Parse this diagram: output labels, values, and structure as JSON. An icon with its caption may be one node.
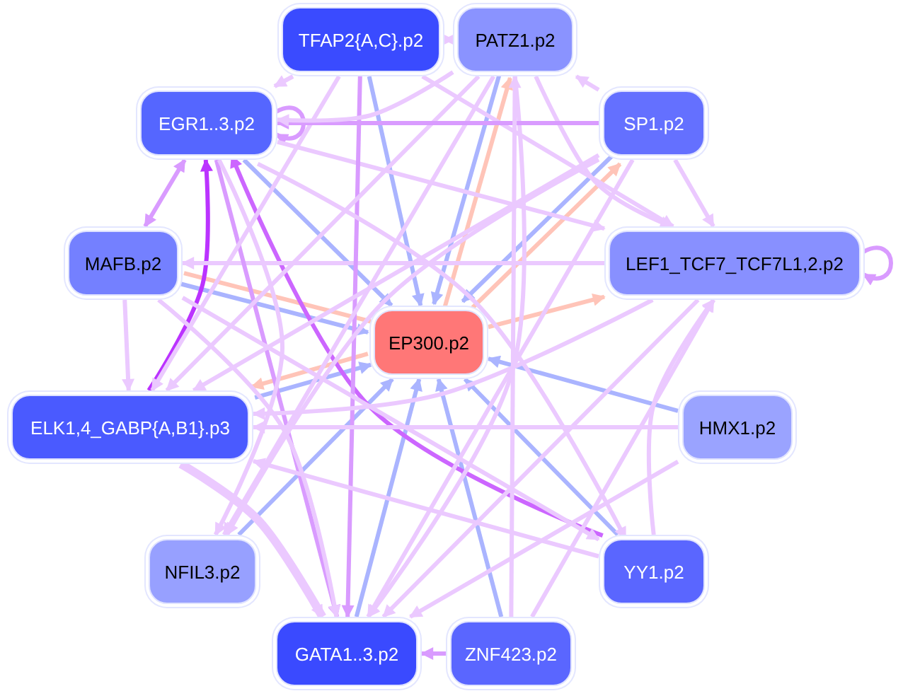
{
  "diagram": {
    "nodes": [
      {
        "text": [
          "TFAP2{A,C}.p2"
        ]
      },
      {
        "text": [
          "PATZ1.p2"
        ]
      },
      {
        "text": [
          "EGR1..3.p2"
        ]
      },
      {
        "text": [
          "SP1.p2"
        ]
      },
      {
        "text": [
          "MAFB.p2"
        ]
      },
      {
        "text": [
          "LEF1_TCF7_TCF7L1,2.p2"
        ]
      },
      {
        "text": [
          "EP300.p2"
        ]
      },
      {
        "text": [
          "ELK1,4_GABP{A,B1}.p3"
        ]
      },
      {
        "text": [
          "HMX1.p2"
        ]
      },
      {
        "text": [
          "NFIL3.p2"
        ]
      },
      {
        "text": [
          "YY1.p2"
        ]
      },
      {
        "text": [
          "GATA1..3.p2"
        ]
      },
      {
        "text": [
          "ZNF423.p2"
        ]
      }
    ],
    "edges": [
      {
        "from": 0,
        "to": 6,
        "arrow": "to",
        "color": "#aab4ff"
      },
      {
        "from": 1,
        "to": 6,
        "arrow": "to",
        "color": "#aab4ff"
      },
      {
        "from": 6,
        "to": 1,
        "arrow": "to",
        "color": "#ffc4b8"
      },
      {
        "from": 2,
        "to": 6,
        "arrow": "to",
        "color": "#aab4ff"
      },
      {
        "from": 3,
        "to": 6,
        "arrow": "to",
        "color": "#aab4ff"
      },
      {
        "from": 6,
        "to": 3,
        "arrow": "to",
        "color": "#ffc4b8"
      },
      {
        "from": 4,
        "to": 6,
        "arrow": "to",
        "color": "#aab4ff"
      },
      {
        "from": 6,
        "to": 4,
        "arrow": "none",
        "color": "#ffc4b8"
      },
      {
        "from": 6,
        "to": 5,
        "arrow": "to",
        "color": "#ffc4b8"
      },
      {
        "from": 7,
        "to": 6,
        "arrow": "to",
        "color": "#aab4ff"
      },
      {
        "from": 6,
        "to": 7,
        "arrow": "to",
        "color": "#ffc4b8"
      },
      {
        "from": 8,
        "to": 6,
        "arrow": "to",
        "color": "#aab4ff"
      },
      {
        "from": 9,
        "to": 6,
        "arrow": "to",
        "color": "#aab4ff"
      },
      {
        "from": 10,
        "to": 6,
        "arrow": "to",
        "color": "#aab4ff"
      },
      {
        "from": 11,
        "to": 6,
        "arrow": "to",
        "color": "#aab4ff"
      },
      {
        "from": 12,
        "to": 6,
        "arrow": "to",
        "color": "#aab4ff"
      },
      {
        "from": 10,
        "to": 2,
        "arrow": "to",
        "color": "#cc66ff"
      },
      {
        "from": 7,
        "to": 2,
        "arrow": "to",
        "color": "#bb33ff"
      },
      {
        "from": 5,
        "to": 5,
        "arrow": "to",
        "color": "#d99bff"
      },
      {
        "from": 2,
        "to": 2,
        "arrow": "to",
        "color": "#d99bff"
      },
      {
        "from": 0,
        "to": 1,
        "arrow": "both"
      },
      {
        "from": 0,
        "to": 2,
        "arrow": "to"
      },
      {
        "from": 3,
        "to": 1,
        "arrow": "to"
      },
      {
        "from": 3,
        "to": 5,
        "arrow": "to"
      },
      {
        "from": 1,
        "to": 5,
        "arrow": "to"
      },
      {
        "from": 0,
        "to": 5,
        "arrow": "to"
      },
      {
        "from": 2,
        "to": 5,
        "arrow": "to"
      },
      {
        "from": 5,
        "to": 4,
        "arrow": "to"
      },
      {
        "from": 2,
        "to": 4,
        "arrow": "both",
        "color": "#d99bff"
      },
      {
        "from": 4,
        "to": 7,
        "arrow": "to"
      },
      {
        "from": 2,
        "to": 11,
        "arrow": "to",
        "color": "#d99bff"
      },
      {
        "from": 2,
        "to": 9,
        "arrow": "to"
      },
      {
        "from": 0,
        "to": 11,
        "arrow": "to",
        "color": "#d99bff"
      },
      {
        "from": 0,
        "to": 7,
        "arrow": "to"
      },
      {
        "from": 1,
        "to": 7,
        "arrow": "to"
      },
      {
        "from": 1,
        "to": 11,
        "arrow": "to"
      },
      {
        "from": 1,
        "to": 9,
        "arrow": "to"
      },
      {
        "from": 3,
        "to": 7,
        "arrow": "to"
      },
      {
        "from": 3,
        "to": 11,
        "arrow": "to"
      },
      {
        "from": 3,
        "to": 2,
        "arrow": "to",
        "color": "#d99bff"
      },
      {
        "from": 1,
        "to": 2,
        "arrow": "to"
      },
      {
        "from": 5,
        "to": 7,
        "arrow": "to"
      },
      {
        "from": 5,
        "to": 11,
        "arrow": "to"
      },
      {
        "from": 8,
        "to": 11,
        "arrow": "to"
      },
      {
        "from": 8,
        "to": 7,
        "arrow": "to"
      },
      {
        "from": 10,
        "to": 7,
        "arrow": "to"
      },
      {
        "from": 10,
        "to": 5,
        "arrow": "to"
      },
      {
        "from": 12,
        "to": 5,
        "arrow": "to"
      },
      {
        "from": 12,
        "to": 11,
        "arrow": "to",
        "color": "#d99bff"
      },
      {
        "from": 7,
        "to": 11,
        "arrow": "to",
        "style": "thick"
      },
      {
        "from": 2,
        "to": 10,
        "arrow": "to"
      },
      {
        "from": 4,
        "to": 10,
        "arrow": "to"
      },
      {
        "from": 12,
        "to": 1,
        "arrow": "to"
      },
      {
        "from": 3,
        "to": 9,
        "arrow": "to"
      },
      {
        "from": 4,
        "to": 11,
        "arrow": "to"
      }
    ]
  }
}
